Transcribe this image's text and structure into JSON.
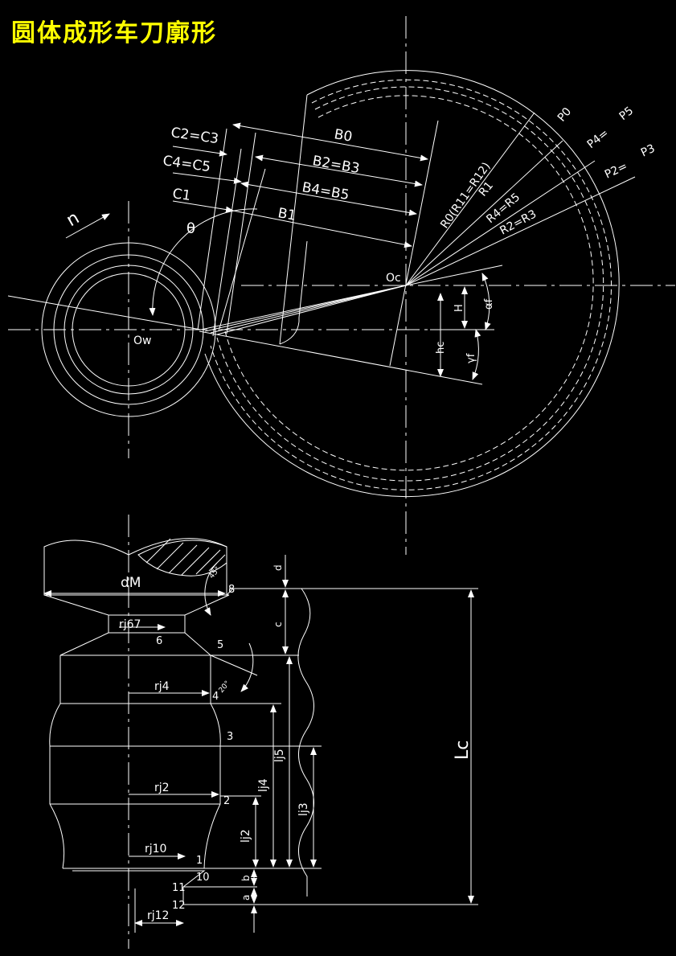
{
  "title": "圆体成形车刀廓形",
  "colors": {
    "background": "#000000",
    "lines": "#ffffff",
    "title": "#ffff00"
  },
  "top_view": {
    "labels": {
      "B0": "B0",
      "B2B3": "B2=B3",
      "B4B5": "B4=B5",
      "B1": "B1",
      "C2C3": "C2=C3",
      "C4C5": "C4=C5",
      "C1": "C1",
      "theta": "θ",
      "n": "n",
      "Ow": "Ow",
      "Oc": "Oc",
      "R0": "R0(R11=R12)",
      "R1": "R1",
      "R4R5": "R4=R5",
      "R2R3": "R2=R3",
      "P0": "P0",
      "P4": "P4=",
      "P5": "P5",
      "P2": "P2=",
      "P3": "P3",
      "H": "H",
      "hc": "hc",
      "af": "αf",
      "yf": "γf"
    }
  },
  "bottom_view": {
    "labels": {
      "dM": "dM",
      "rj67": "rj67",
      "rj4": "rj4",
      "rj2": "rj2",
      "rj10": "rj10",
      "rj12": "rj12",
      "lj5": "lj5",
      "lj4": "lj4",
      "lj3": "lj3",
      "lj2": "lj2",
      "Lc": "Lc",
      "a": "a",
      "b": "b",
      "c": "c",
      "d": "d",
      "ang45": "45°",
      "ang20": "20°"
    },
    "points": [
      "1",
      "2",
      "3",
      "4",
      "5",
      "6",
      "8",
      "10",
      "11",
      "12"
    ]
  }
}
